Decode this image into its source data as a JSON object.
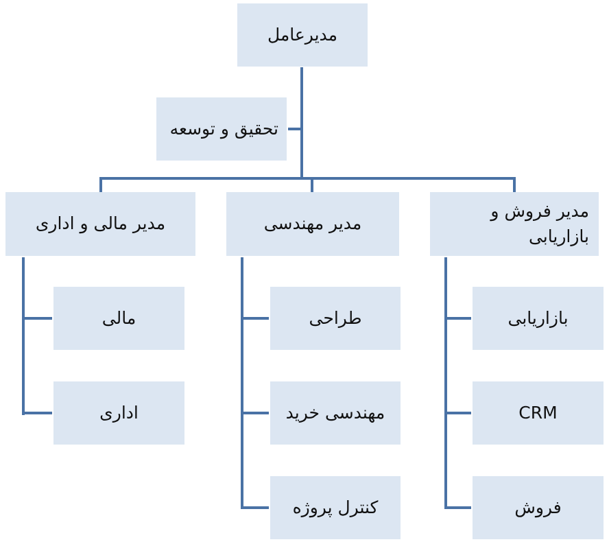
{
  "org_chart": {
    "ceo": "مدیرعامل",
    "rnd": "تحقیق و توسعه",
    "finance_head": "مدیر مالی و اداری",
    "engineering_head": "مدیر مهندسی",
    "sales_head": "مدیر فروش و بازاریابی",
    "finance_units": [
      "مالی",
      "اداری"
    ],
    "engineering_units": [
      "طراحی",
      "مهندسی خرید",
      "کنترل پروژه"
    ],
    "sales_units": [
      "بازاریابی",
      "CRM",
      "فروش"
    ]
  },
  "colors": {
    "box_fill": "#dce6f2",
    "connector": "#4a72a5"
  }
}
